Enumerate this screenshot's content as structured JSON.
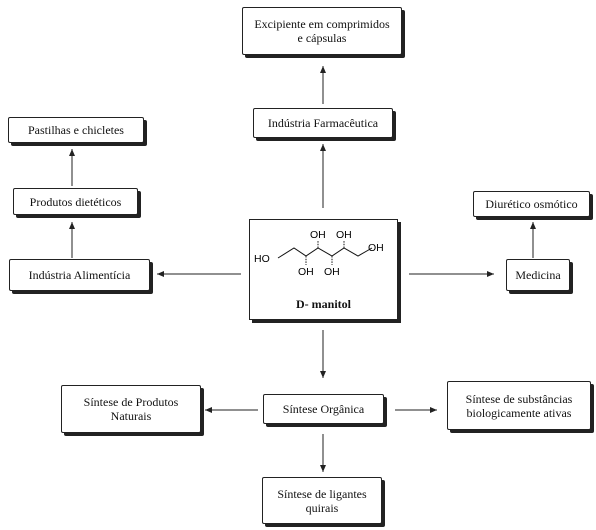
{
  "diagram": {
    "center": {
      "label": "D- manitol",
      "structure_labels": {
        "ho_left": "HO",
        "oh_right": "OH",
        "oh_top_1": "OH",
        "oh_top_2": "OH",
        "oh_bottom_1": "OH",
        "oh_bottom_2": "OH"
      }
    },
    "nodes": {
      "excipiente": [
        "Excipiente em comprimidos",
        "e cápsulas"
      ],
      "farmaceutica": "Indústria Farmacêutica",
      "pastilhas": "Pastilhas e chicletes",
      "dieteticos": "Produtos dietéticos",
      "alimenticia": "Indústria Alimentícia",
      "diuretico": "Diurético osmótico",
      "medicina": "Medicina",
      "sintese_organica": "Síntese Orgânica",
      "produtos_naturais": [
        "Síntese de Produtos",
        "Naturais"
      ],
      "biologicamente": [
        "Síntese de substâncias",
        "biologicamente ativas"
      ],
      "ligantes": [
        "Síntese de ligantes",
        "quirais"
      ]
    }
  }
}
